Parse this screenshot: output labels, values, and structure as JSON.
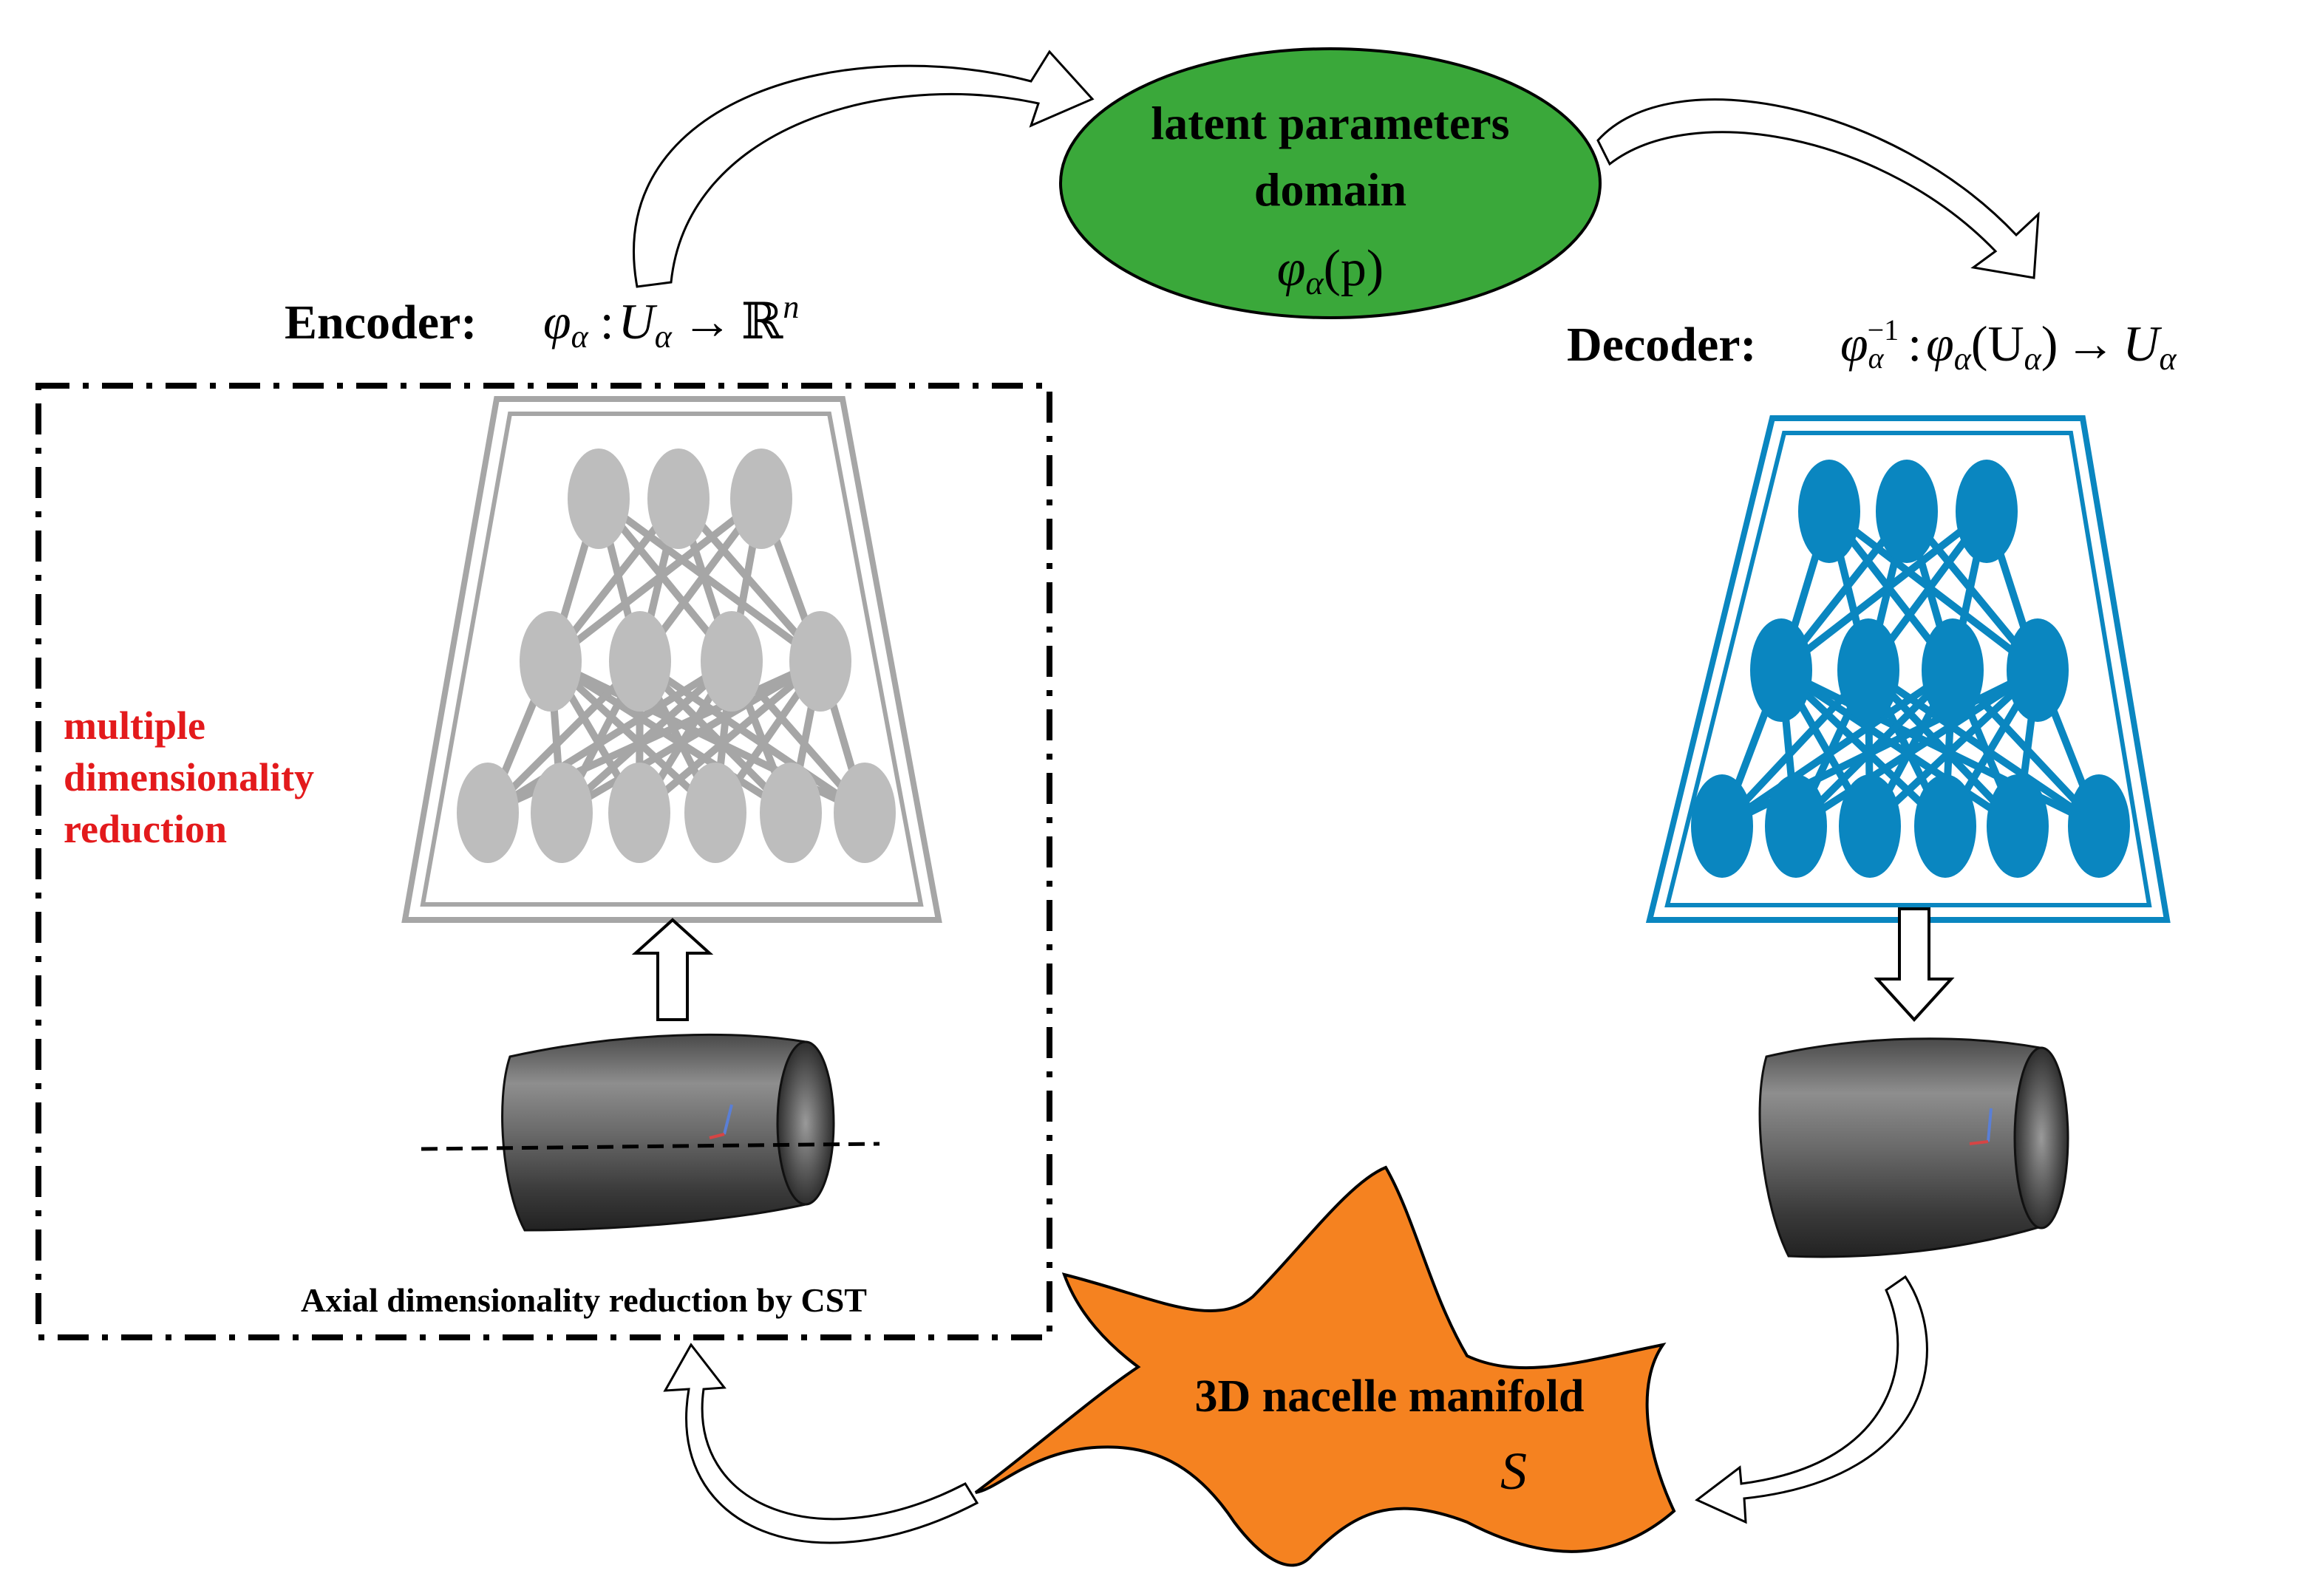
{
  "latent": {
    "line1": "latent parameters",
    "line2": "domain",
    "formula_head": "φ",
    "formula_sub": "α",
    "formula_tail": "(p)",
    "color": "#3aa83a"
  },
  "encoder": {
    "label": "Encoder:",
    "phi": "φ",
    "sub_alpha": "α",
    "colon": ":",
    "U": "U",
    "arrow": "→",
    "R": "ℝ",
    "sup_n": "n",
    "color": "#a6a6a6"
  },
  "decoder": {
    "label": "Decoder:",
    "phi": "φ",
    "sub_alpha": "α",
    "sup_inv": "−1",
    "colon": ":",
    "mid": "(U",
    "close": ")",
    "arrow": "→",
    "U": "U",
    "color": "#0a86c0"
  },
  "box": {
    "note_lines": [
      "multiple",
      "dimensionality",
      "reduction"
    ],
    "note_color": "#e31a1c",
    "caption": "Axial dimensionality reduction by CST"
  },
  "manifold": {
    "title": "3D nacelle manifold",
    "symbol": "S",
    "color": "#f58220"
  }
}
